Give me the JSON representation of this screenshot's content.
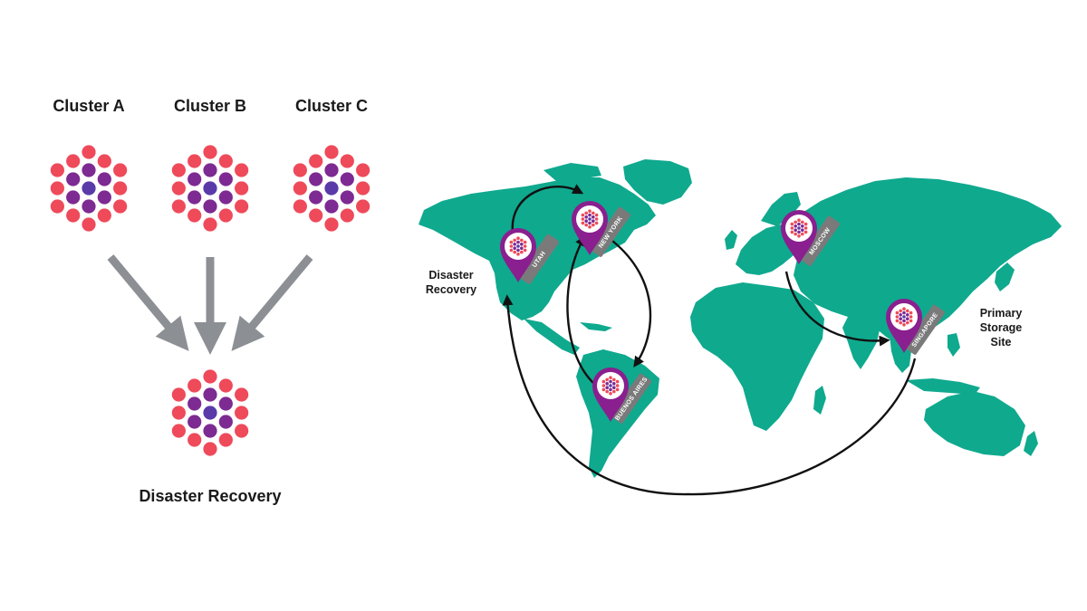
{
  "clusters": {
    "titles": [
      "Cluster A",
      "Cluster B",
      "Cluster C"
    ],
    "target_label": "Disaster Recovery"
  },
  "map": {
    "label_dr": [
      "Disaster",
      "Recovery"
    ],
    "label_primary": [
      "Primary",
      "Storage",
      "Site"
    ],
    "pins": [
      {
        "name": "UTAH"
      },
      {
        "name": "NEW YORK"
      },
      {
        "name": "BUENOS AIRES"
      },
      {
        "name": "MOSCOW"
      },
      {
        "name": "SINGAPORE"
      }
    ]
  },
  "colors": {
    "node_outer": "#ee4a5a",
    "node_inner": "#7d2a92",
    "node_center": "#5a3aa8",
    "arrow_gray": "#8c9094",
    "land": "#0fa98e",
    "pin": "#8a1f8f",
    "pin_tag": "#7a7a7a",
    "connector": "#111111"
  }
}
